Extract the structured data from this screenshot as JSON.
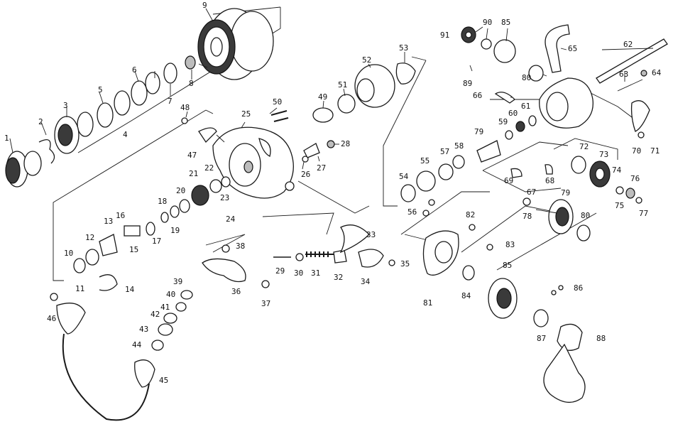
{
  "callouts": [
    {
      "id": "p1",
      "text": "1"
    },
    {
      "id": "p2",
      "text": "2"
    },
    {
      "id": "p3",
      "text": "3"
    },
    {
      "id": "p4",
      "text": "4"
    },
    {
      "id": "p5",
      "text": "5"
    },
    {
      "id": "p6",
      "text": "6"
    },
    {
      "id": "p7",
      "text": "7"
    },
    {
      "id": "p8",
      "text": "8"
    },
    {
      "id": "p9",
      "text": "9"
    },
    {
      "id": "p10",
      "text": "10"
    },
    {
      "id": "p11",
      "text": "11"
    },
    {
      "id": "p12",
      "text": "12"
    },
    {
      "id": "p13",
      "text": "13"
    },
    {
      "id": "p14",
      "text": "14"
    },
    {
      "id": "p15",
      "text": "15"
    },
    {
      "id": "p16",
      "text": "16"
    },
    {
      "id": "p17",
      "text": "17"
    },
    {
      "id": "p18",
      "text": "18"
    },
    {
      "id": "p19",
      "text": "19"
    },
    {
      "id": "p20",
      "text": "20"
    },
    {
      "id": "p21",
      "text": "21"
    },
    {
      "id": "p22",
      "text": "22"
    },
    {
      "id": "p23",
      "text": "23"
    },
    {
      "id": "p24",
      "text": "24"
    },
    {
      "id": "p25",
      "text": "25"
    },
    {
      "id": "p26",
      "text": "26"
    },
    {
      "id": "p27",
      "text": "27"
    },
    {
      "id": "p28",
      "text": "28"
    },
    {
      "id": "p29",
      "text": "29"
    },
    {
      "id": "p30",
      "text": "30"
    },
    {
      "id": "p31",
      "text": "31"
    },
    {
      "id": "p32",
      "text": "32"
    },
    {
      "id": "p33",
      "text": "33"
    },
    {
      "id": "p34",
      "text": "34"
    },
    {
      "id": "p35",
      "text": "35"
    },
    {
      "id": "p36",
      "text": "36"
    },
    {
      "id": "p37",
      "text": "37"
    },
    {
      "id": "p38",
      "text": "38"
    },
    {
      "id": "p39",
      "text": "39"
    },
    {
      "id": "p40",
      "text": "40"
    },
    {
      "id": "p41",
      "text": "41"
    },
    {
      "id": "p42",
      "text": "42"
    },
    {
      "id": "p43",
      "text": "43"
    },
    {
      "id": "p44",
      "text": "44"
    },
    {
      "id": "p45",
      "text": "45"
    },
    {
      "id": "p46",
      "text": "46"
    },
    {
      "id": "p47",
      "text": "47"
    },
    {
      "id": "p48",
      "text": "48"
    },
    {
      "id": "p49",
      "text": "49"
    },
    {
      "id": "p50",
      "text": "50"
    },
    {
      "id": "p51",
      "text": "51"
    },
    {
      "id": "p52",
      "text": "52"
    },
    {
      "id": "p53",
      "text": "53"
    },
    {
      "id": "p54",
      "text": "54"
    },
    {
      "id": "p55",
      "text": "55"
    },
    {
      "id": "p56",
      "text": "56"
    },
    {
      "id": "p57",
      "text": "57"
    },
    {
      "id": "p58",
      "text": "58"
    },
    {
      "id": "p59",
      "text": "59"
    },
    {
      "id": "p60",
      "text": "60"
    },
    {
      "id": "p61",
      "text": "61"
    },
    {
      "id": "p62a",
      "text": "62"
    },
    {
      "id": "p63",
      "text": "63"
    },
    {
      "id": "p64",
      "text": "64"
    },
    {
      "id": "p65",
      "text": "65"
    },
    {
      "id": "p66",
      "text": "66"
    },
    {
      "id": "p67",
      "text": "67"
    },
    {
      "id": "p68",
      "text": "68"
    },
    {
      "id": "p69",
      "text": "69"
    },
    {
      "id": "p70",
      "text": "70"
    },
    {
      "id": "p71",
      "text": "71"
    },
    {
      "id": "p72",
      "text": "72"
    },
    {
      "id": "p73",
      "text": "73"
    },
    {
      "id": "p74",
      "text": "74"
    },
    {
      "id": "p75",
      "text": "75"
    },
    {
      "id": "p76",
      "text": "76"
    },
    {
      "id": "p77",
      "text": "77"
    },
    {
      "id": "p78",
      "text": "78"
    },
    {
      "id": "p79a",
      "text": "79"
    },
    {
      "id": "p79b",
      "text": "79"
    },
    {
      "id": "p80a",
      "text": "80"
    },
    {
      "id": "p80b",
      "text": "80"
    },
    {
      "id": "p81",
      "text": "81"
    },
    {
      "id": "p82b",
      "text": "82"
    },
    {
      "id": "p83",
      "text": "83"
    },
    {
      "id": "p84",
      "text": "84"
    },
    {
      "id": "p85a",
      "text": "85"
    },
    {
      "id": "p85b",
      "text": "85"
    },
    {
      "id": "p86",
      "text": "86"
    },
    {
      "id": "p87",
      "text": "87"
    },
    {
      "id": "p88",
      "text": "88"
    },
    {
      "id": "p89",
      "text": "89"
    },
    {
      "id": "p90",
      "text": "90"
    },
    {
      "id": "p91",
      "text": "91"
    }
  ]
}
